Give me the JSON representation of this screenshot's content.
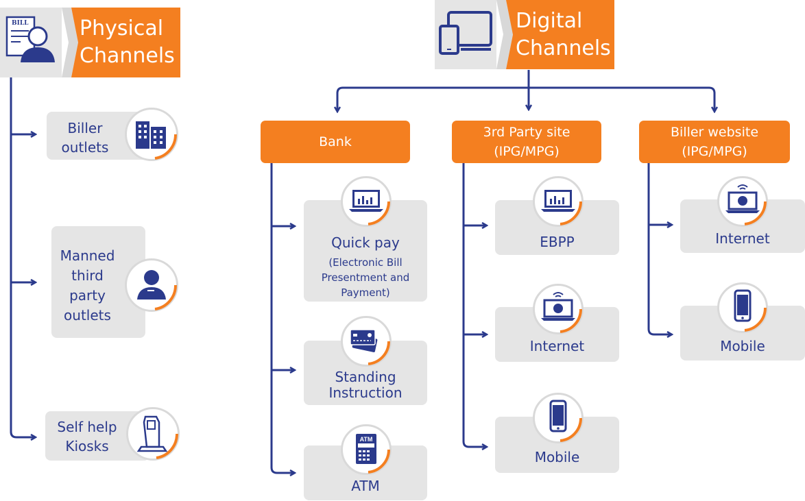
{
  "physical": {
    "title_line1": "Physical",
    "title_line2": "Channels",
    "header_icon_text": "BILL",
    "items": [
      {
        "line1": "Biller",
        "line2": "outlets"
      },
      {
        "line1": "Manned",
        "line2": "third",
        "line3": "party",
        "line4": "outlets"
      },
      {
        "line1": "Self help",
        "line2": "Kiosks"
      }
    ]
  },
  "digital": {
    "title_line1": "Digital",
    "title_line2": "Channels",
    "categories": [
      {
        "line1": "Bank",
        "line2": ""
      },
      {
        "line1": "3rd Party site",
        "line2": "(IPG/MPG)"
      },
      {
        "line1": "Biller website",
        "line2": "(IPG/MPG)"
      }
    ],
    "bank_items": [
      {
        "label": "Quick pay",
        "sub1": "(Electronic Bill",
        "sub2": "Presentment and",
        "sub3": "Payment)"
      },
      {
        "line1": "Standing",
        "line2": "Instruction"
      },
      {
        "label": "ATM",
        "icon_text": "ATM"
      }
    ],
    "third_party_items": [
      {
        "label": "EBPP"
      },
      {
        "label": "Internet"
      },
      {
        "label": "Mobile"
      }
    ],
    "biller_items": [
      {
        "label": "Internet"
      },
      {
        "label": "Mobile"
      }
    ]
  },
  "colors": {
    "navy": "#2b3a8c",
    "orange": "#f47f20",
    "grey": "#e5e5e5"
  }
}
